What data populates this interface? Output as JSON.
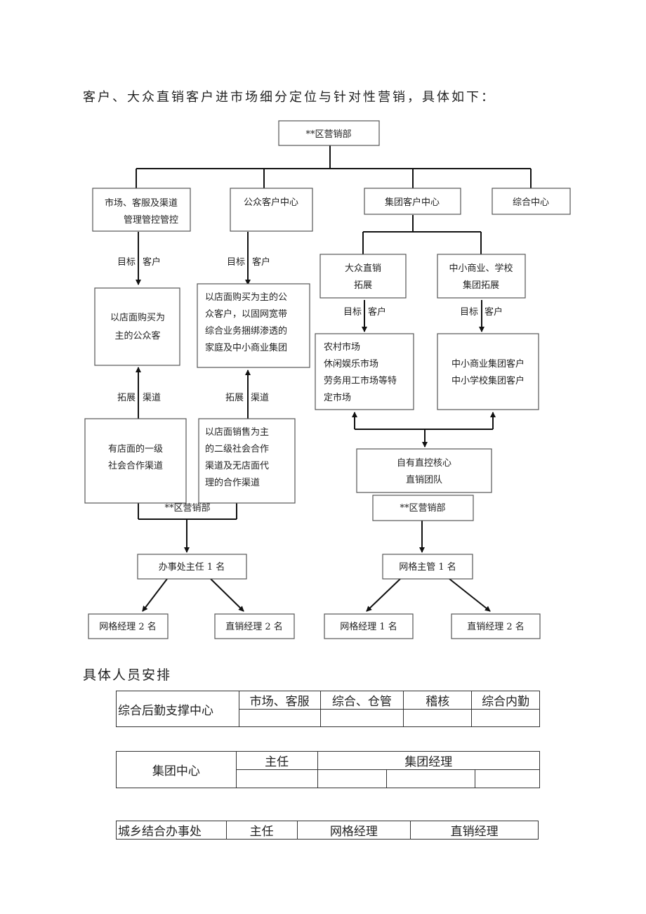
{
  "intro": "客户、大众直销客户进市场细分定位与针对性营销，具体如下：",
  "org": {
    "root": "**区营销部",
    "centers": {
      "market": [
        "市场、客服及渠道",
        "管理管控管控"
      ],
      "public": "公众客户中心",
      "group": "集团客户中心",
      "general": "综合中心"
    },
    "labels": {
      "target_left": "目标",
      "target_right": "客户",
      "expand_left": "拓展",
      "expand_right": "渠道"
    },
    "public_customers_a": [
      "以店面购买为",
      "主的公众客"
    ],
    "public_customers_b": [
      "以店面购买为主的公",
      "众客户，以固网宽带",
      "综合业务捆绑渗透的",
      "家庭及中小商业集团"
    ],
    "group_sub_a": [
      "大众直销",
      "拓展"
    ],
    "group_sub_b": [
      "中小商业、学校",
      "集团拓展"
    ],
    "markets_a": [
      "农村市场",
      "休闲娱乐市场",
      "劳务用工市场等特",
      "定市场"
    ],
    "markets_b": [
      "中小商业集团客户",
      "中小学校集团客户"
    ],
    "channel_a": [
      "有店面的一级",
      "社会合作渠道"
    ],
    "channel_b": [
      "以店面销售为主",
      "的二级社会合作",
      "渠道及无店面代",
      "理的合作渠道"
    ],
    "core_team": [
      "自有直控核心",
      "直销团队"
    ],
    "dept_left": "**区营销部",
    "dept_right": "**区营销部",
    "office_director": "办事处主任 1 名",
    "grid_supervisor": "网格主管 1 名",
    "leaf_1": "网格经理 2 名",
    "leaf_2": "直销经理 2 名",
    "leaf_3": "网格经理 1 名",
    "leaf_4": "直销经理 2 名"
  },
  "section_title": "具体人员安排",
  "table1": {
    "name": "综合后勤支撑中心",
    "headers": [
      "市场、客服",
      "综合、仓管",
      "稽核",
      "综合内勤"
    ]
  },
  "table2": {
    "name": "集团中心",
    "headers": [
      "主任",
      "集团经理"
    ]
  },
  "table3": {
    "name": "城乡结合办事处",
    "headers": [
      "主任",
      "网格经理",
      "直销经理"
    ]
  }
}
